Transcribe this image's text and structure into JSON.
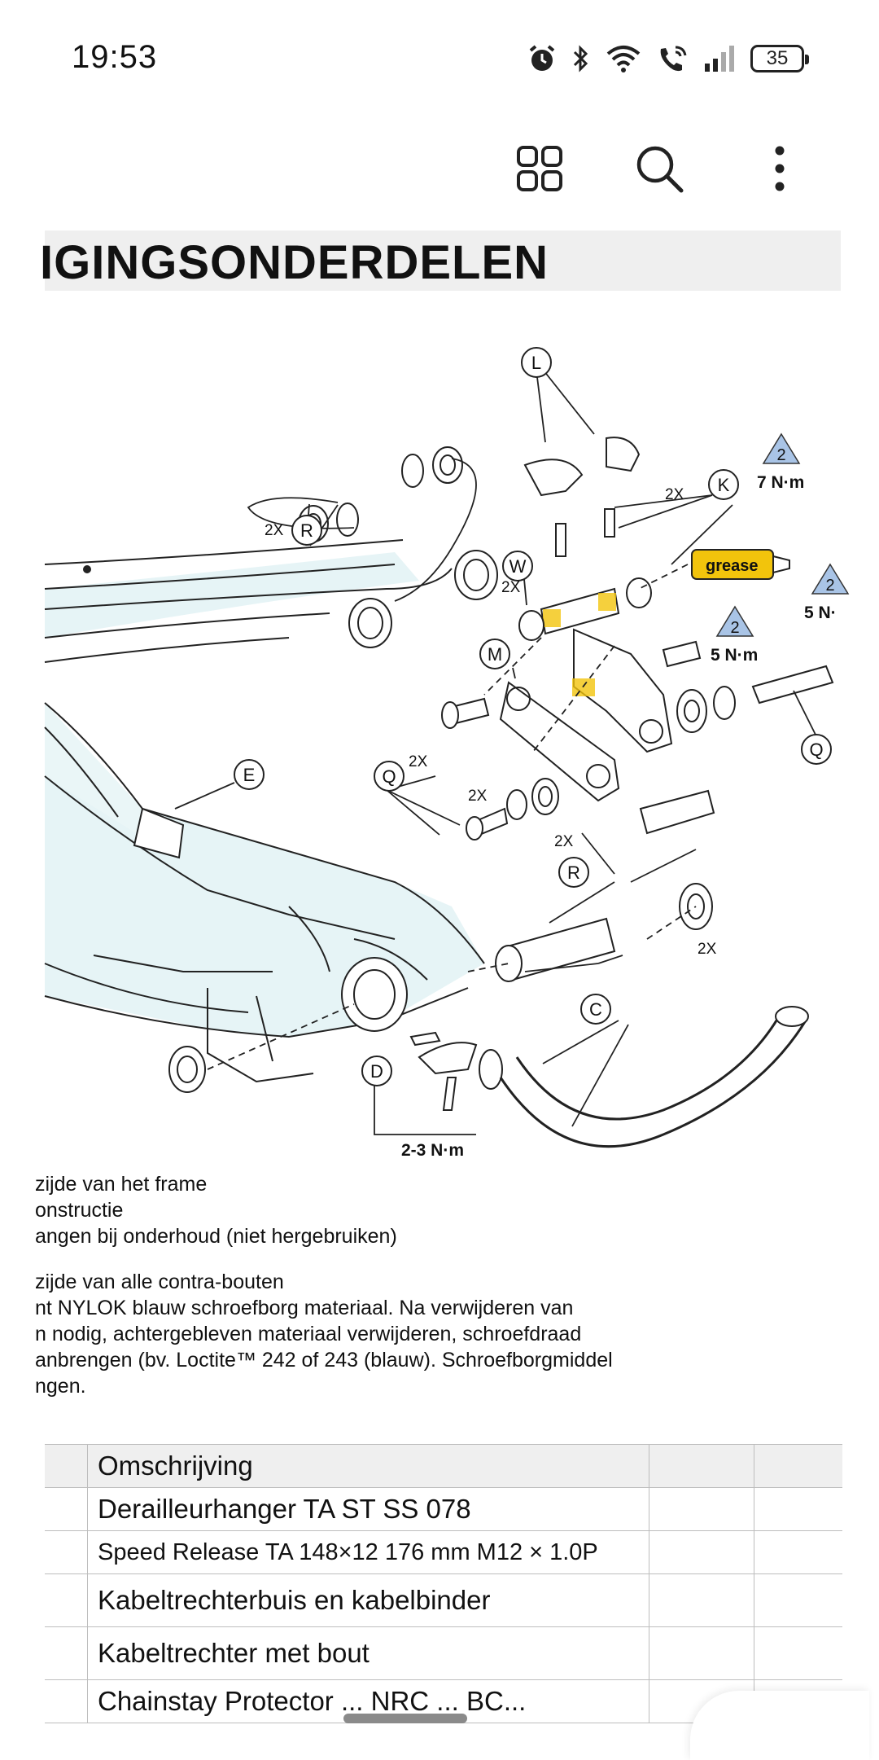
{
  "status": {
    "time": "19:53",
    "battery": "35"
  },
  "doc": {
    "title": "IGINGSONDERDELEN",
    "diagram": {
      "labels": {
        "R1": "R",
        "L": "L",
        "K": "K",
        "W": "W",
        "M": "M",
        "Q1": "Q",
        "Q2": "Q",
        "E": "E",
        "R2": "R",
        "C": "C",
        "D": "D"
      },
      "quantities": {
        "x2_r": "2X",
        "x2_k": "2X",
        "x2_w": "2X",
        "x2_q1": "2X",
        "x2_q2": "2X",
        "x2_mid": "2X",
        "x2_right": "2X"
      },
      "torque": {
        "t1_num": "2",
        "t1_val": "7 N·m",
        "t2_num": "2",
        "t2_val": "5 N·m",
        "t3_num": "2",
        "t3_val": "5 N·",
        "d_val": "2-3 N·m"
      },
      "grease": "grease"
    },
    "notes": [
      "zijde van het frame",
      "onstructie",
      "angen bij onderhoud (niet hergebruiken)",
      "zijde van alle contra-bouten",
      "nt NYLOK blauw schroefborg materiaal. Na verwijderen van",
      "n nodig, achtergebleven materiaal verwijderen, schroefdraad",
      "anbrengen (bv. Loctite™ 242 of 243 (blauw). Schroefborgmiddel",
      "ngen."
    ],
    "table": {
      "header": "Omschrijving",
      "rows": [
        "Derailleurhanger TA ST SS 078",
        "Speed Release TA 148×12 176 mm M12 × 1.0P",
        "Kabeltrechterbuis en kabelbinder",
        "Kabeltrechter met bout",
        "Chainstay Protector ... NRC ... BC..."
      ]
    }
  },
  "colors": {
    "accent_yellow": "#f2c40c",
    "torque_blue": "#a9c4e6",
    "frame_tint": "#e6f4f6"
  }
}
